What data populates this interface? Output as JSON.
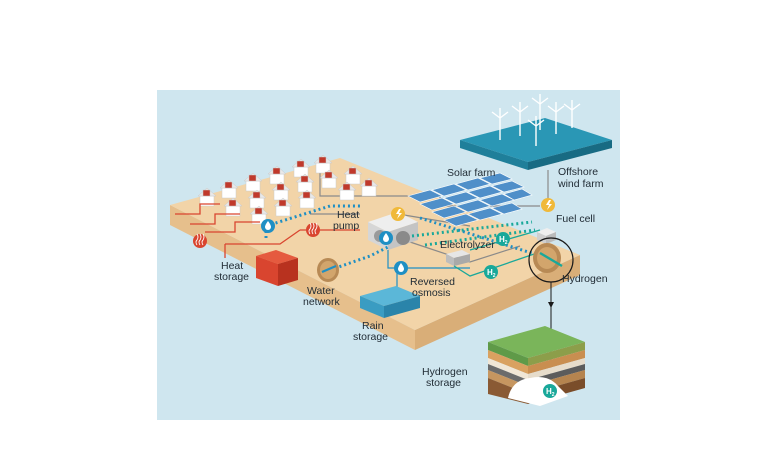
{
  "labels": {
    "solar_farm": "Solar farm",
    "offshore_wind_line1": "Offshore",
    "offshore_wind_line2": "wind farm",
    "heat_pump_line1": "Heat",
    "heat_pump_line2": "pump",
    "fuel_cell": "Fuel cell",
    "electrolyzer": "Electrolyzer",
    "hydrogen": "Hydrogen",
    "heat_storage_line1": "Heat",
    "heat_storage_line2": "storage",
    "water_network_line1": "Water",
    "water_network_line2": "network",
    "reversed_osmosis_line1": "Reversed",
    "reversed_osmosis_line2": "osmosis",
    "rain_storage_line1": "Rain",
    "rain_storage_line2": "storage",
    "hydrogen_storage_line1": "Hydrogen",
    "hydrogen_storage_line2": "storage"
  },
  "badges": {
    "h2": "H",
    "h2_sub": "2"
  },
  "colors": {
    "background_panel": "#cfe6ef",
    "ground": "#f2d4a8",
    "ground_side": "#e6bf8c",
    "heat": "#d9452f",
    "water": "#1f8fc4",
    "hydrogen": "#19a89a",
    "electric": "#f0b93a",
    "sea": "#2a97b5"
  },
  "icons": [
    "house-icon",
    "wind-turbine-icon",
    "solar-panel-icon",
    "heat-icon",
    "water-drop-icon",
    "lightning-icon",
    "h2-badge-icon"
  ]
}
